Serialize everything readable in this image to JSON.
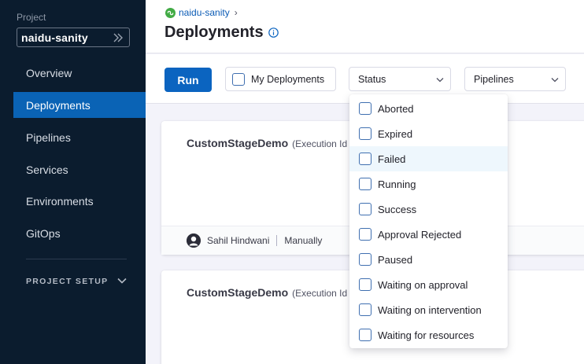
{
  "sidebar": {
    "project_label": "Project",
    "project_name": "naidu-sanity",
    "items": [
      {
        "label": "Overview",
        "active": false
      },
      {
        "label": "Deployments",
        "active": true
      },
      {
        "label": "Pipelines",
        "active": false
      },
      {
        "label": "Services",
        "active": false
      },
      {
        "label": "Environments",
        "active": false
      },
      {
        "label": "GitOps",
        "active": false
      }
    ],
    "project_setup": "PROJECT SETUP"
  },
  "header": {
    "breadcrumb": "naidu-sanity",
    "title": "Deployments"
  },
  "toolbar": {
    "run_label": "Run",
    "my_deployments_label": "My Deployments",
    "my_deployments_checked": false,
    "status_label": "Status",
    "pipelines_label": "Pipelines"
  },
  "cards": [
    {
      "name": "CustomStageDemo",
      "execution": "(Execution Id",
      "user": "Sahil Hindwani",
      "trigger": "Manually"
    },
    {
      "name": "CustomStageDemo",
      "execution": "(Execution Id"
    }
  ],
  "status_menu": {
    "hover_index": 2,
    "options": [
      {
        "label": "Aborted",
        "checked": false
      },
      {
        "label": "Expired",
        "checked": false
      },
      {
        "label": "Failed",
        "checked": false
      },
      {
        "label": "Running",
        "checked": false
      },
      {
        "label": "Success",
        "checked": false
      },
      {
        "label": "Approval Rejected",
        "checked": false
      },
      {
        "label": "Paused",
        "checked": false
      },
      {
        "label": "Waiting on approval",
        "checked": false
      },
      {
        "label": "Waiting on intervention",
        "checked": false
      },
      {
        "label": "Waiting for resources",
        "checked": false
      }
    ]
  },
  "icons": {
    "project_select": "double-chevron-right-icon",
    "breadcrumb": "project-icon",
    "title_info": "info-icon",
    "dropdown": "chevron-down-icon",
    "avatar": "user-avatar-icon"
  },
  "colors": {
    "sidebar_bg": "#0b1c2e",
    "active_nav": "#0a63b5",
    "primary_button": "#0b64c0",
    "link": "#0b5bb5",
    "project_icon": "#42ab45",
    "menu_hover": "#eef7fd"
  }
}
